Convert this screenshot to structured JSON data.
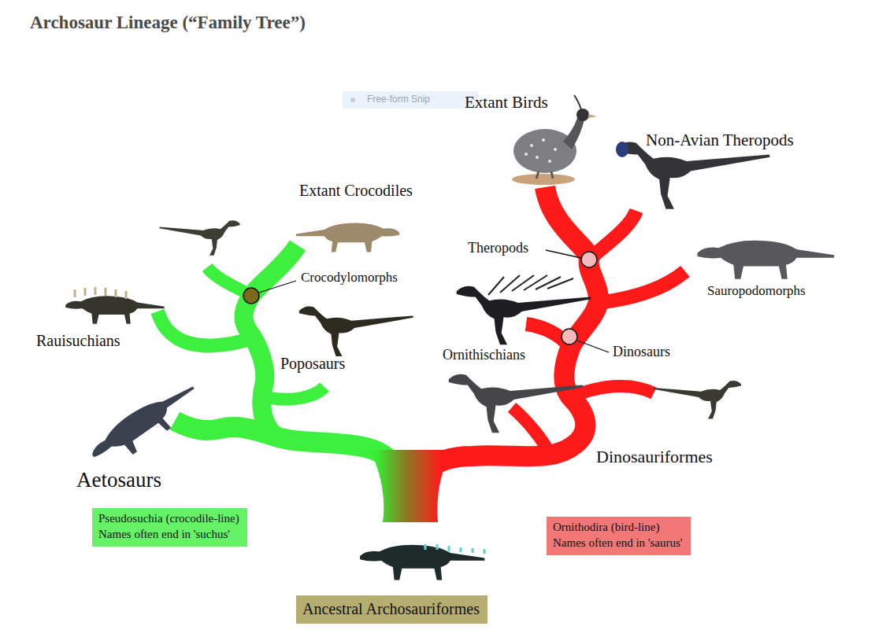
{
  "diagram": {
    "title": "Archosaur Lineage (“Family Tree”)",
    "nodes": [
      {
        "text": [
          "Pseudosuchia (crocodile-line)",
          "Names often end in 'suchus'"
        ]
      },
      {
        "text": [
          "Ornithodira (bird-line)",
          "Names often end in 'saurus'"
        ]
      },
      {
        "text": [
          "Ancestral Archosauriformes"
        ]
      }
    ],
    "labels": [
      "Free-form Snip",
      "Extant Birds",
      "Non-Avian Theropods",
      "Extant Crocodiles",
      "Crocodylomorphs",
      "Theropods",
      "Sauropodomorphs",
      "Rauisuchians",
      "Poposaurs",
      "Ornithischians",
      "Dinosaurs",
      "Aetosaurs",
      "Dinosauriformes"
    ]
  }
}
